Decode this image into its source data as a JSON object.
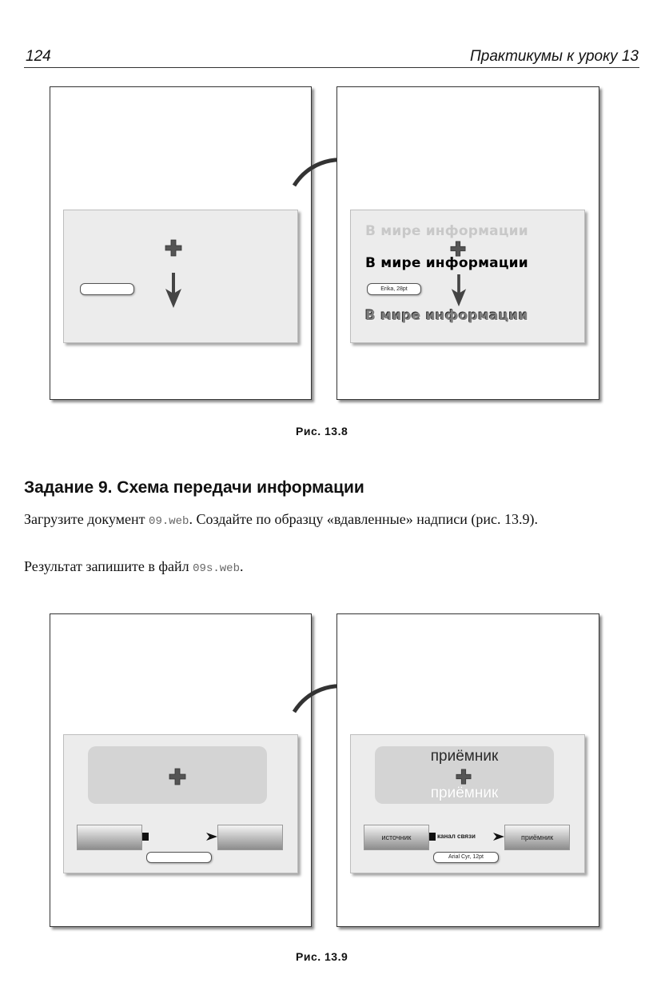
{
  "header": {
    "page_number": "124",
    "running_title": "Практикумы к уроку 13"
  },
  "fig1": {
    "result_lines": [
      "В мире информации",
      "В мире информации",
      "В мире информации"
    ],
    "font_label": "Erika, 28pt",
    "caption": "Рис. 13.8"
  },
  "task": {
    "title": "Задание 9. Схема передачи информации",
    "p1_before": "Загрузите документ ",
    "p1_file": "09.web",
    "p1_after": ". Создайте по образцу «вдавленные» надписи (рис. 13.9).",
    "p2_before": "Результат запишите в файл ",
    "p2_file": "09s.web",
    "p2_after": "."
  },
  "fig2": {
    "receiver_top": "приёмник",
    "receiver_bottom": "приёмник",
    "source": "источник",
    "channel": "канал связи",
    "receiver_small": "приёмник",
    "font_label": "Arial Cyr, 12pt",
    "caption": "Рис. 13.9"
  }
}
